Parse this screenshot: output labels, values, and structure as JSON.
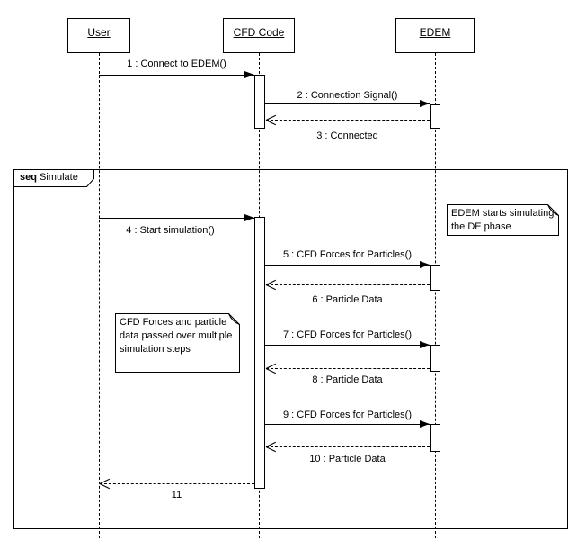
{
  "actors": [
    {
      "name": "User"
    },
    {
      "name": "CFD Code"
    },
    {
      "name": "EDEM"
    }
  ],
  "fragment": {
    "operator": "seq",
    "name": "Simulate"
  },
  "messages": [
    {
      "label": "1 : Connect to EDEM()",
      "type": "sync",
      "from": "User",
      "to": "CFD Code"
    },
    {
      "label": "2 : Connection Signal()",
      "type": "sync",
      "from": "CFD Code",
      "to": "EDEM"
    },
    {
      "label": "3 : Connected",
      "type": "return",
      "from": "EDEM",
      "to": "CFD Code"
    },
    {
      "label": "4 : Start simulation()",
      "type": "sync",
      "from": "User",
      "to": "CFD Code"
    },
    {
      "label": "5 : CFD Forces for Particles()",
      "type": "sync",
      "from": "CFD Code",
      "to": "EDEM"
    },
    {
      "label": "6 : Particle Data",
      "type": "return",
      "from": "EDEM",
      "to": "CFD Code"
    },
    {
      "label": "7 : CFD Forces for Particles()",
      "type": "sync",
      "from": "CFD Code",
      "to": "EDEM"
    },
    {
      "label": "8 : Particle Data",
      "type": "return",
      "from": "EDEM",
      "to": "CFD Code"
    },
    {
      "label": "9 : CFD Forces for Particles()",
      "type": "sync",
      "from": "CFD Code",
      "to": "EDEM"
    },
    {
      "label": "10 : Particle Data",
      "type": "return",
      "from": "EDEM",
      "to": "CFD Code"
    },
    {
      "label": "11",
      "type": "return",
      "from": "CFD Code",
      "to": "User"
    }
  ],
  "notes": [
    {
      "lines": [
        "EDEM starts simulating",
        "the DE phase"
      ]
    },
    {
      "lines": [
        "CFD Forces and particle",
        "data passed over multiple",
        "simulation steps"
      ]
    }
  ],
  "colors": {
    "line": "#000000",
    "fill": "#ffffff",
    "background": "#ffffff"
  }
}
